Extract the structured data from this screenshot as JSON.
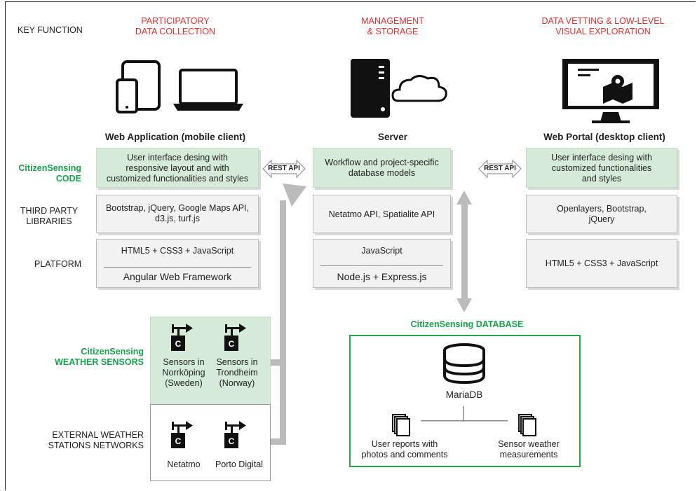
{
  "rows": {
    "key_function": "KEY FUNCTION",
    "citizensensing": "CitizenSensing",
    "code": "CODE",
    "third_party": "THIRD PARTY\nLIBRARIES",
    "platform": "PLATFORM",
    "weather_sensors_1": "CitizenSensing",
    "weather_sensors_2": "WEATHER SENSORS",
    "external": "EXTERNAL WEATHER\nSTATIONS NETWORKS"
  },
  "columns": {
    "left": {
      "function": "PARTICIPATORY\nDATA COLLECTION",
      "title": "Web Application (mobile client)",
      "code": "User interface desing with\nresponsive layout and with\ncustomized functionalities and styles",
      "libs": "Bootstrap, jQuery, Google Maps API,\nd3.js, turf.js",
      "platform_top": "HTML5 + CSS3 + JavaScript",
      "platform_bottom": "Angular Web Framework"
    },
    "middle": {
      "function": "MANAGEMENT\n& STORAGE",
      "title": "Server",
      "code": "Workflow and project-specific\ndatabase models",
      "libs": "Netatmo API, Spatialite API",
      "platform_top": "JavaScript",
      "platform_bottom": "Node.js + Express.js"
    },
    "right": {
      "function": "DATA VETTING & LOW-LEVEL\nVISUAL EXPLORATION",
      "title": "Web Portal (desktop client)",
      "code": "User interface desing with\ncustomized functionalities\nand styles",
      "libs": "Openlayers, Bootstrap,\njQuery",
      "platform": "HTML5 + CSS3 + JavaScript"
    }
  },
  "api": {
    "left": "REST API",
    "right": "REST API"
  },
  "sensors": {
    "citizen": [
      {
        "label": "Sensors in\nNorrköping\n(Sweden)"
      },
      {
        "label": "Sensors in\nTrondheim\n(Norway)"
      }
    ],
    "external": [
      {
        "label": "Netatmo"
      },
      {
        "label": "Porto Digital"
      }
    ]
  },
  "database": {
    "title": "CitizenSensing DATABASE",
    "engine": "MariaDB",
    "doc1": "User reports with\nphotos and comments",
    "doc2": "Sensor weather\nmeasurements"
  },
  "colors": {
    "red": "#e8302c",
    "green": "#16a34a",
    "green_fill": "#d5ead8",
    "box_fill": "#f2f2f2",
    "arrow": "#bbbbbb"
  }
}
